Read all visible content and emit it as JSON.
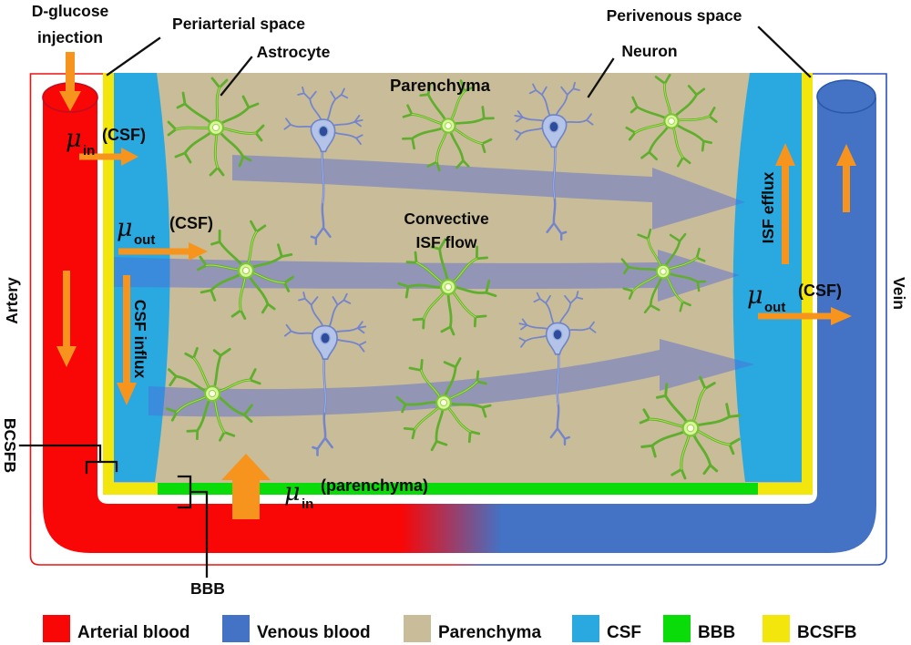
{
  "labels": {
    "d_glucose_1": "D-glucose",
    "d_glucose_2": "injection",
    "periarterial_space": "Periarterial space",
    "astrocyte": "Astrocyte",
    "parenchyma": "Parenchyma",
    "perivenous_space": "Perivenous space",
    "neuron": "Neuron",
    "convective_1": "Convective",
    "convective_2": "ISF flow",
    "artery": "Artery",
    "vein": "Vein",
    "bcsfb": "BCSFB",
    "bbb": "BBB",
    "csf_influx": "CSF influx",
    "isf_efflux": "ISF efflux"
  },
  "mu": {
    "symbol": "μ",
    "sub_in": "in",
    "sub_out": "out",
    "suffix_csf": "(CSF)",
    "suffix_parenchyma": "(parenchyma)"
  },
  "legend": {
    "items": [
      {
        "label": "Arterial blood",
        "color": "#f90606"
      },
      {
        "label": "Venous blood",
        "color": "#4472c4"
      },
      {
        "label": "Parenchyma",
        "color": "#c9bc98"
      },
      {
        "label": "CSF",
        "color": "#29a9e0"
      },
      {
        "label": "BBB",
        "color": "#0adc0a"
      },
      {
        "label": "BCSFB",
        "color": "#f2e60d"
      }
    ]
  },
  "colors": {
    "arterial": "#f90606",
    "venous": "#4472c4",
    "parenchyma": "#c9bc98",
    "csf": "#29a9e0",
    "bbb": "#0adc0a",
    "bcsfb": "#f2e60d",
    "arrow_orange": "#f7941e",
    "isf_band": "#5068d8"
  }
}
